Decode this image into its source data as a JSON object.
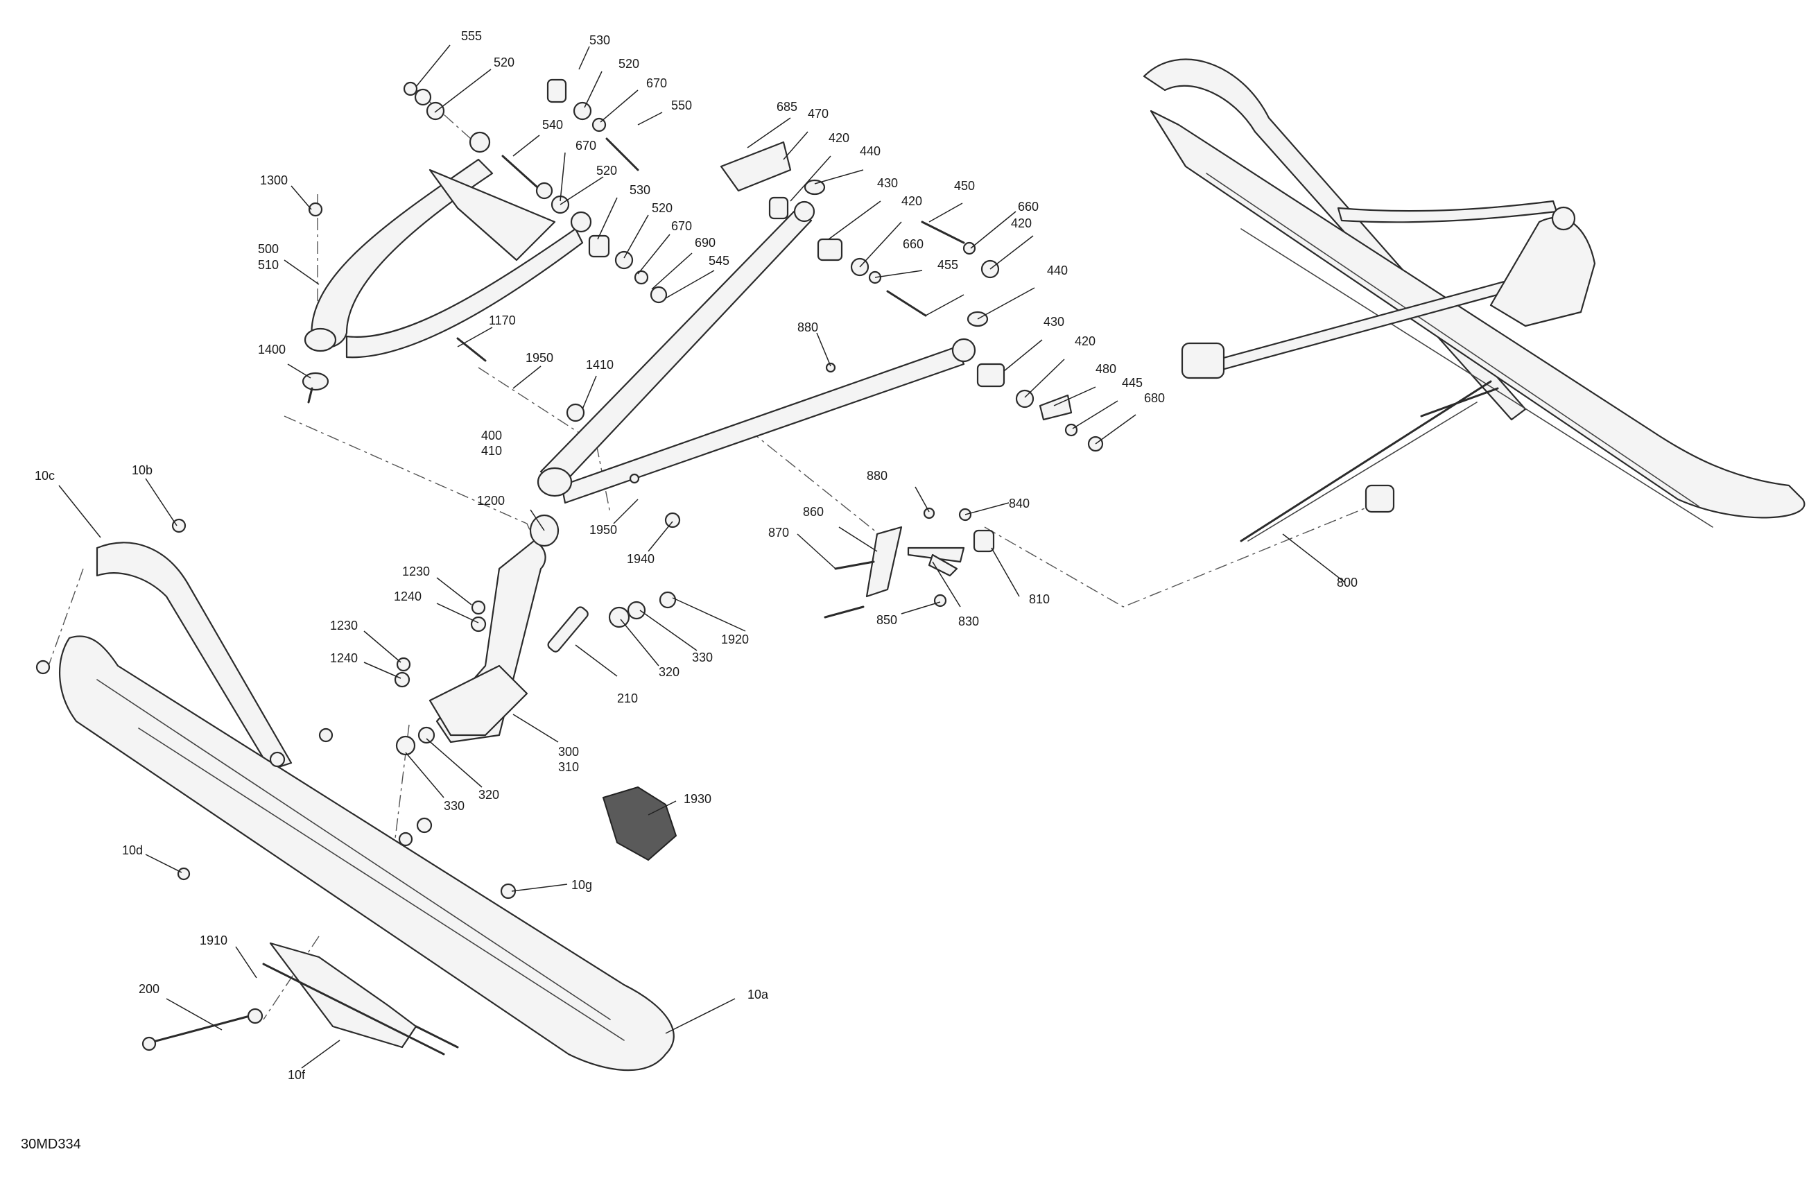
{
  "figure_code": "30MD334",
  "callouts": [
    {
      "label": "555"
    },
    {
      "label": "520"
    },
    {
      "label": "530"
    },
    {
      "label": "520"
    },
    {
      "label": "670"
    },
    {
      "label": "550"
    },
    {
      "label": "540"
    },
    {
      "label": "670"
    },
    {
      "label": "520"
    },
    {
      "label": "1300"
    },
    {
      "label": "530"
    },
    {
      "label": "520"
    },
    {
      "label": "670"
    },
    {
      "label": "690"
    },
    {
      "label": "545"
    },
    {
      "label": "500"
    },
    {
      "label": "510"
    },
    {
      "label": "1400"
    },
    {
      "label": "1170"
    },
    {
      "label": "1950"
    },
    {
      "label": "1410"
    },
    {
      "label": "685"
    },
    {
      "label": "470"
    },
    {
      "label": "420"
    },
    {
      "label": "440"
    },
    {
      "label": "430"
    },
    {
      "label": "420"
    },
    {
      "label": "450"
    },
    {
      "label": "660"
    },
    {
      "label": "420"
    },
    {
      "label": "660"
    },
    {
      "label": "455"
    },
    {
      "label": "440"
    },
    {
      "label": "880"
    },
    {
      "label": "430"
    },
    {
      "label": "420"
    },
    {
      "label": "480"
    },
    {
      "label": "445"
    },
    {
      "label": "680"
    },
    {
      "label": "400"
    },
    {
      "label": "410"
    },
    {
      "label": "10c"
    },
    {
      "label": "10b"
    },
    {
      "label": "1200"
    },
    {
      "label": "1950"
    },
    {
      "label": "1940"
    },
    {
      "label": "880"
    },
    {
      "label": "840"
    },
    {
      "label": "860"
    },
    {
      "label": "870"
    },
    {
      "label": "810"
    },
    {
      "label": "850"
    },
    {
      "label": "830"
    },
    {
      "label": "800"
    },
    {
      "label": "1230"
    },
    {
      "label": "1240"
    },
    {
      "label": "1920"
    },
    {
      "label": "1230"
    },
    {
      "label": "330"
    },
    {
      "label": "320"
    },
    {
      "label": "1240"
    },
    {
      "label": "210"
    },
    {
      "label": "300"
    },
    {
      "label": "310"
    },
    {
      "label": "330"
    },
    {
      "label": "320"
    },
    {
      "label": "1930"
    },
    {
      "label": "10d"
    },
    {
      "label": "10g"
    },
    {
      "label": "1910"
    },
    {
      "label": "200"
    },
    {
      "label": "10a"
    },
    {
      "label": "10f"
    }
  ]
}
